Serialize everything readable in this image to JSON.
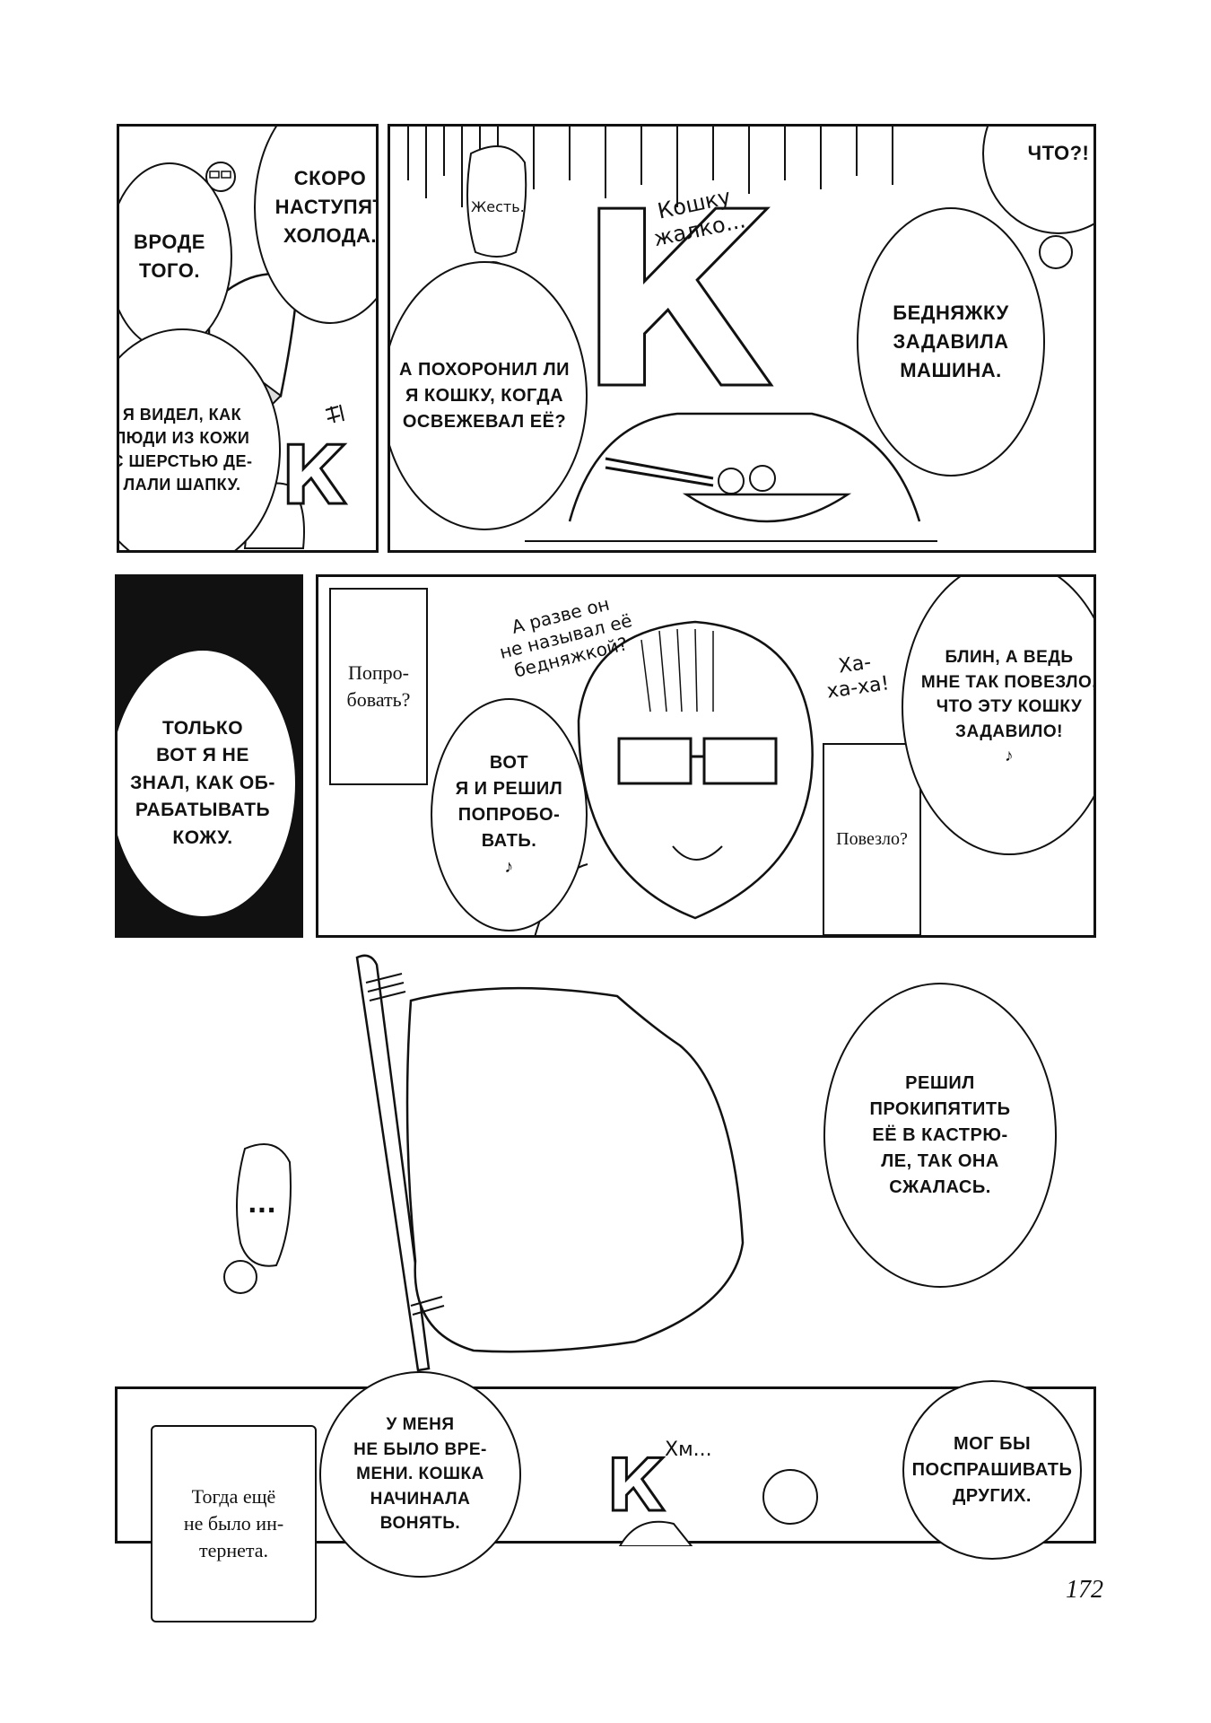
{
  "panel1": {
    "bubble_a": "ВРОДЕ\nТОГО.",
    "bubble_b": "СКОРО\nНАСТУПЯТ\nХОЛОДА.",
    "bubble_c": "Я ВИДЕЛ, КАК\nЛЮДИ ИЗ КОЖИ\nС ШЕРСТЬЮ ДЕ-\nЛАЛИ ШАПКУ."
  },
  "panel2": {
    "thought_small": "Жесть.",
    "bubble_buried": "А ПОХОРОНИЛ ЛИ\nЯ КОШКУ, КОГДА\nОСВЕЖЕВАЛ ЕЁ?",
    "sfx_pity": "Кошку\nжалко...",
    "bubble_hit": "БЕДНЯЖКУ\nЗАДАВИЛА\nМАШИНА.",
    "bubble_what": "ЧТО?!"
  },
  "panel3": {
    "bubble_process": "ТОЛЬКО\nВОТ Я НЕ\nЗНАЛ, КАК ОБ-\nРАБАТЫВАТЬ\nКОЖУ."
  },
  "panel4": {
    "box_try": "Попро-\nбовать?",
    "sfx_poor": "А разве он\nне называл её\nбедняжкой?",
    "bubble_decided": "ВОТ\nЯ И РЕШИЛ\nПОПРОБО-\nВАТЬ.\n♪",
    "sfx_laugh": "Ха-\nха-ха!",
    "bubble_lucky": "БЛИН, А ВЕДЬ\nМНЕ ТАК ПОВЕЗЛО,\nЧТО ЭТУ КОШКУ\nЗАДАВИЛО!\n♪",
    "box_lucky": "Повезло?"
  },
  "panel5": {
    "bubble_boil": "РЕШИЛ\nПРОКИПЯТИТЬ\nЕЁ В КАСТРЮ-\nЛЕ, ТАК ОНА\nСЖАЛАСЬ.",
    "ellipsis": "..."
  },
  "panel6": {
    "box_internet": "Тогда ещё\nне было ин-\nтернета.",
    "bubble_time": "У МЕНЯ\nНЕ БЫЛО ВРЕ-\nМЕНИ. КОШКА\nНАЧИНАЛА\nВОНЯТЬ.",
    "sfx_hm": "Хм...",
    "bubble_ask": "МОГ БЫ\nПОСПРАШИВАТЬ\nДРУГИХ."
  },
  "k_letter": "К",
  "page_number": "172"
}
